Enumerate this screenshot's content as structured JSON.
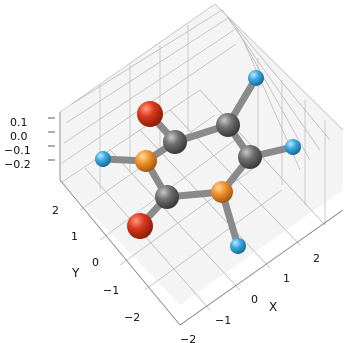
{
  "axes": {
    "x_label": "X",
    "y_label": "Y",
    "z_ticks": [
      "0.1",
      "0.0",
      "−0.1",
      "−0.2"
    ],
    "y_ticks": [
      "2",
      "1",
      "0",
      "−1",
      "−2"
    ],
    "x_ticks": [
      "−2",
      "−1",
      "0",
      "1",
      "2"
    ]
  },
  "molecule": {
    "atoms": [
      {
        "element": "O",
        "color": "#d9381e"
      },
      {
        "element": "O",
        "color": "#d9381e"
      },
      {
        "element": "N",
        "color": "#f0922c"
      },
      {
        "element": "N",
        "color": "#f0922c"
      },
      {
        "element": "C",
        "color": "#6f6f6f"
      },
      {
        "element": "C",
        "color": "#6f6f6f"
      },
      {
        "element": "C",
        "color": "#6f6f6f"
      },
      {
        "element": "C",
        "color": "#6f6f6f"
      },
      {
        "element": "H",
        "color": "#3aa9e0"
      },
      {
        "element": "H",
        "color": "#3aa9e0"
      },
      {
        "element": "H",
        "color": "#3aa9e0"
      },
      {
        "element": "H",
        "color": "#3aa9e0"
      }
    ]
  }
}
